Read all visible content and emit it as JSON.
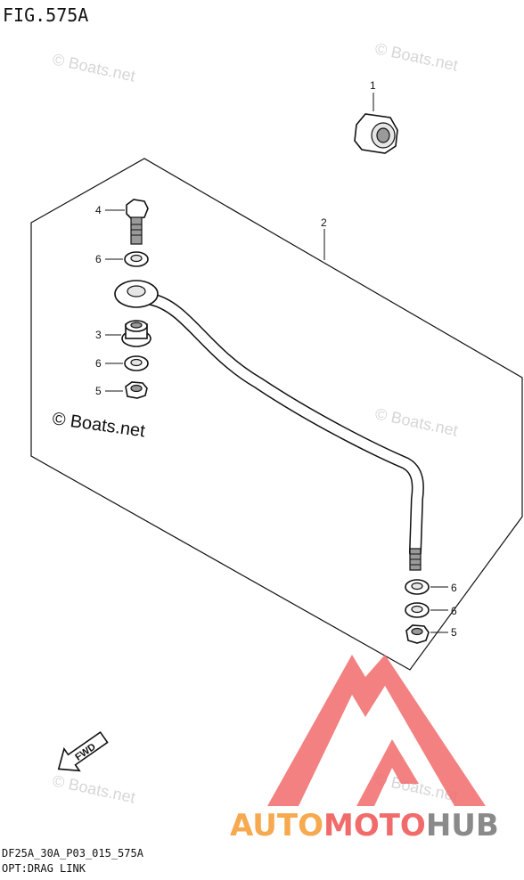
{
  "header": {
    "figure_title": "FIG.575A"
  },
  "footer": {
    "model_code": "DF25A_30A_P03_015_575A",
    "group_name": "OPT:DRAG LINK"
  },
  "parts": [
    {
      "id": "part-1",
      "number": "1"
    },
    {
      "id": "part-2",
      "number": "2"
    },
    {
      "id": "part-3",
      "number": "3"
    },
    {
      "id": "part-4",
      "number": "4"
    },
    {
      "id": "part-5a",
      "number": "5"
    },
    {
      "id": "part-5b",
      "number": "5"
    },
    {
      "id": "part-6a",
      "number": "6"
    },
    {
      "id": "part-6b",
      "number": "6"
    },
    {
      "id": "part-6c",
      "number": "6"
    },
    {
      "id": "part-6d",
      "number": "6"
    }
  ],
  "fwd_label": "FWD",
  "watermark": {
    "text": "© Boats.net"
  },
  "branding": {
    "name_part1": "AUTO",
    "name_part2": "MOTO",
    "name_part3": "HUB",
    "colors": {
      "logo_red": "#f26b6b",
      "logo_orange": "#f6a94e",
      "logo_gray": "#8a8a8a"
    }
  }
}
